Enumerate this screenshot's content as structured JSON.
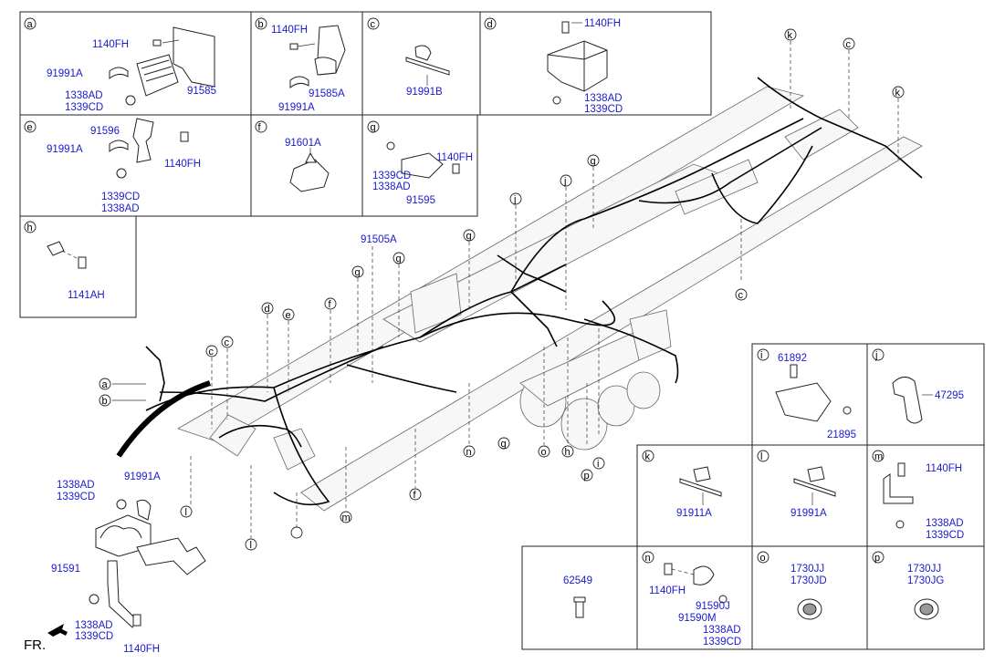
{
  "orientation_label": "FR.",
  "main_callouts": [
    "91505A",
    "91591"
  ],
  "panels": {
    "a": {
      "letter": "a",
      "parts": [
        "1140FH",
        "91991A",
        "1338AD",
        "1339CD",
        "91585"
      ]
    },
    "b": {
      "letter": "b",
      "parts": [
        "1140FH",
        "91585A",
        "91991A"
      ]
    },
    "c": {
      "letter": "c",
      "parts": [
        "91991B"
      ]
    },
    "d": {
      "letter": "d",
      "parts": [
        "1140FH",
        "1338AD",
        "1339CD"
      ]
    },
    "e": {
      "letter": "e",
      "parts": [
        "91596",
        "91991A",
        "1140FH",
        "1339CD",
        "1338AD"
      ]
    },
    "f": {
      "letter": "f",
      "parts": [
        "91601A"
      ]
    },
    "g": {
      "letter": "g",
      "parts": [
        "1140FH",
        "1339CD",
        "1338AD",
        "91595"
      ]
    },
    "h": {
      "letter": "h",
      "parts": [
        "1141AH"
      ]
    },
    "i": {
      "letter": "i",
      "parts": [
        "61892",
        "21895"
      ]
    },
    "j": {
      "letter": "j",
      "parts": [
        "47295"
      ]
    },
    "k": {
      "letter": "k",
      "parts": [
        "91911A"
      ]
    },
    "l": {
      "letter": "l",
      "parts": [
        "91991A"
      ]
    },
    "m": {
      "letter": "m",
      "parts": [
        "1140FH",
        "1338AD",
        "1339CD"
      ]
    },
    "n": {
      "letter": "n",
      "parts": [
        "1140FH",
        "91590J",
        "91590M",
        "1338AD",
        "1339CD"
      ]
    },
    "o": {
      "letter": "o",
      "parts": [
        "1730JJ",
        "1730JD"
      ]
    },
    "p": {
      "letter": "p",
      "parts": [
        "1730JJ",
        "1730JG"
      ]
    },
    "blank": {
      "parts": [
        "62549"
      ]
    }
  },
  "bottom_left_parts": [
    "1338AD",
    "1339CD",
    "91991A",
    "91591",
    "1338AD",
    "1339CD",
    "1140FH"
  ],
  "diagram_markers": [
    "a",
    "b",
    "c",
    "c",
    "d",
    "e",
    "f",
    "g",
    "g",
    "g",
    "j",
    "j",
    "g",
    "c",
    "k",
    "c",
    "k",
    "l",
    "l",
    "m",
    "f",
    "n",
    "o",
    "h",
    "g",
    "p",
    "i"
  ]
}
